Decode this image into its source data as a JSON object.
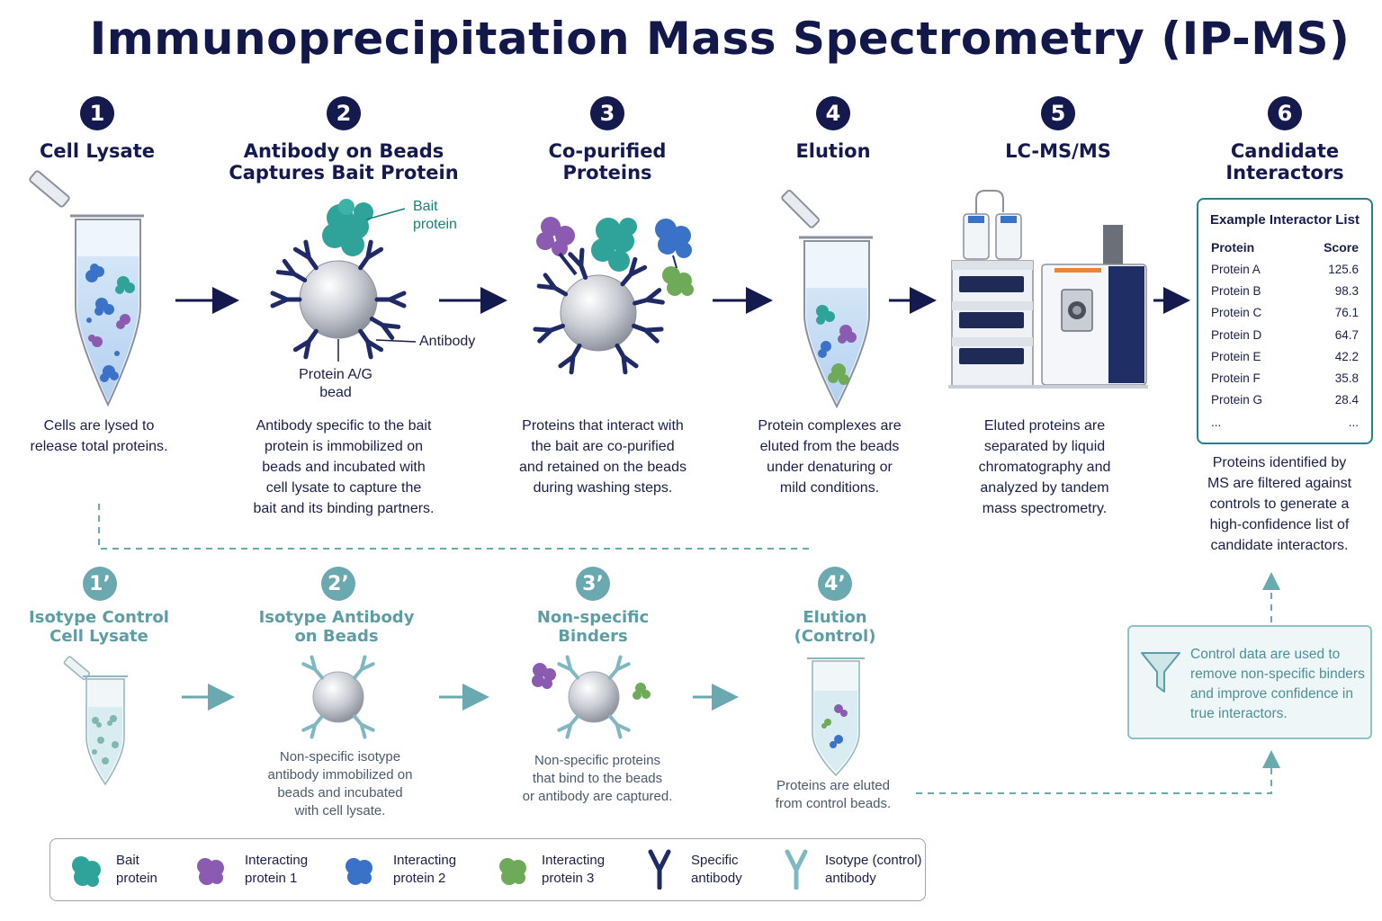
{
  "title": "Immunoprecipitation Mass Spectrometry (IP-MS)",
  "steps": [
    {
      "num": "1",
      "title_l1": "Cell Lysate",
      "title_l2": "",
      "desc": [
        "Cells are lysed to",
        "release total proteins."
      ]
    },
    {
      "num": "2",
      "title_l1": "Antibody on Beads",
      "title_l2": "Captures Bait Protein",
      "desc": [
        "Antibody specific to the bait",
        "protein is immobilized on",
        "beads and incubated with",
        "cell lysate to capture the",
        "bait and its binding partners."
      ]
    },
    {
      "num": "3",
      "title_l1": "Co-purified",
      "title_l2": "Proteins",
      "desc": [
        "Proteins that interact with",
        "the bait are co-purified",
        "and retained on the beads",
        "during washing steps."
      ]
    },
    {
      "num": "4",
      "title_l1": "Elution",
      "title_l2": "",
      "desc": [
        "Protein complexes are",
        "eluted from the beads",
        "under denaturing or",
        "mild conditions."
      ]
    },
    {
      "num": "5",
      "title_l1": "LC-MS/MS",
      "title_l2": "",
      "desc": [
        "Eluted proteins are",
        "separated by liquid",
        "chromatography and",
        "analyzed by tandem",
        "mass spectrometry."
      ]
    },
    {
      "num": "6",
      "title_l1": "Candidate",
      "title_l2": "Interactors",
      "desc": [
        "Proteins identified by",
        "MS are filtered against",
        "controls to generate a",
        "high-confidence list of",
        "candidate interactors."
      ]
    }
  ],
  "labels": {
    "bait_l1": "Bait",
    "bait_l2": "protein",
    "antibody": "Antibody",
    "bead_l1": "Protein A/G",
    "bead_l2": "bead"
  },
  "interactor_list": {
    "title": "Example Interactor List",
    "headers": [
      "Protein",
      "Score"
    ],
    "rows": [
      {
        "protein": "Protein A",
        "score": "125.6"
      },
      {
        "protein": "Protein B",
        "score": "98.3"
      },
      {
        "protein": "Protein C",
        "score": "76.1"
      },
      {
        "protein": "Protein D",
        "score": "64.7"
      },
      {
        "protein": "Protein E",
        "score": "42.2"
      },
      {
        "protein": "Protein F",
        "score": "35.8"
      },
      {
        "protein": "Protein G",
        "score": "28.4"
      },
      {
        "protein": "...",
        "score": "..."
      }
    ]
  },
  "controls": [
    {
      "num": "1’",
      "title_l1": "Isotype Control",
      "title_l2": "Cell Lysate",
      "desc": []
    },
    {
      "num": "2’",
      "title_l1": "Isotype Antibody",
      "title_l2": "on Beads",
      "desc": [
        "Non-specific isotype",
        "antibody immobilized on",
        "beads and incubated",
        "with cell lysate."
      ]
    },
    {
      "num": "3’",
      "title_l1": "Non-specific",
      "title_l2": "Binders",
      "desc": [
        "Non-specific proteins",
        "that bind to the beads",
        "or antibody are captured."
      ]
    },
    {
      "num": "4’",
      "title_l1": "Elution",
      "title_l2": "(Control)",
      "desc": [
        "Proteins are eluted",
        "from control beads."
      ]
    }
  ],
  "control_note": [
    "Control data are used to",
    "remove non-specific binders",
    "and improve confidence in",
    "true interactors."
  ],
  "legend": [
    {
      "l1": "Bait",
      "l2": "protein",
      "icon": "bait-protein-icon",
      "color": "#2fa399"
    },
    {
      "l1": "Interacting",
      "l2": "protein 1",
      "icon": "purple-protein-icon",
      "color": "#8a5bb0"
    },
    {
      "l1": "Interacting",
      "l2": "protein 2",
      "icon": "blue-protein-icon",
      "color": "#3a72c8"
    },
    {
      "l1": "Interacting",
      "l2": "protein 3",
      "icon": "green-protein-icon",
      "color": "#6faa58"
    },
    {
      "l1": "Specific",
      "l2": "antibody",
      "icon": "specific-antibody-icon",
      "color": "#1f2a66"
    },
    {
      "l1": "Isotype (control)",
      "l2": "antibody",
      "icon": "isotype-antibody-icon",
      "color": "#7fb8c2"
    }
  ],
  "colors": {
    "navy": "#141a4e",
    "teal": "#5d9ea6",
    "bait": "#2fa399",
    "purple": "#8a5bb0",
    "blue": "#3a72c8",
    "green": "#6faa58"
  }
}
